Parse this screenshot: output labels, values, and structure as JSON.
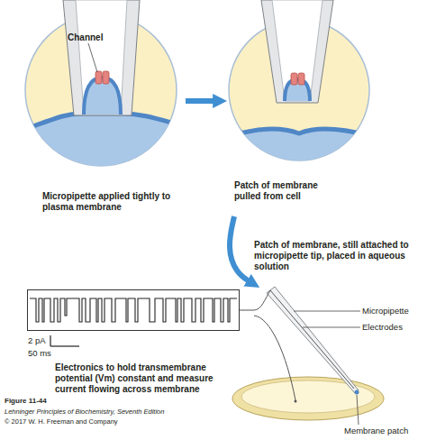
{
  "diagram": {
    "nodes": [
      {
        "text": [
          "Channel",
          "Micropipette applied tightly to plasma membrane"
        ]
      },
      {
        "text": [
          "Patch of membrane pulled from cell"
        ]
      },
      {
        "text": [
          "Patch of membrane, still attached to micropipette tip, placed in aqueous solution"
        ]
      },
      {
        "text": [
          "2 pA",
          "50 ms",
          "Electronics to hold transmembrane potential (Vm) constant and measure current flowing across membrane"
        ]
      }
    ],
    "edges": [
      {
        "from": 0,
        "to": 1,
        "arrow": "to"
      },
      {
        "from": 1,
        "to": 2,
        "arrow": "to"
      },
      {
        "from": 3,
        "to": 2,
        "arrow": "none"
      }
    ],
    "labels": [
      "Micropipette",
      "Electrodes",
      "Membrane patch",
      "Figure 11-44",
      "Lehninger Principles of Biochemistry, Seventh Edition",
      "© 2017 W. H. Freeman and Company"
    ]
  }
}
